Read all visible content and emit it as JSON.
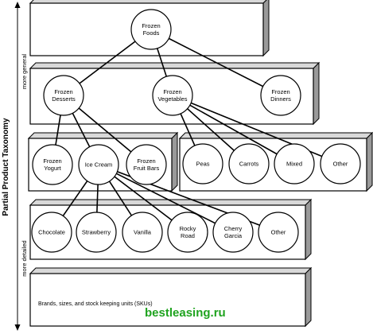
{
  "side_labels": {
    "axis_title": "Partial Product Taxonomy",
    "top": "more general",
    "bottom": "more detailed"
  },
  "nodes": {
    "frozen_foods": [
      "Frozen",
      "Foods"
    ],
    "frozen_desserts": [
      "Frozen",
      "Desserts"
    ],
    "frozen_vegetables": [
      "Frozen",
      "Vegetables"
    ],
    "frozen_dinners": [
      "Frozen",
      "Dinners"
    ],
    "frozen_yogurt": [
      "Frozen",
      "Yogurt"
    ],
    "ice_cream": [
      "Ice Cream"
    ],
    "frozen_fruit_bars": [
      "Frozen",
      "Fruit Bars"
    ],
    "peas": [
      "Peas"
    ],
    "carrots": [
      "Carrots"
    ],
    "mixed": [
      "Mixed"
    ],
    "other_vegetables": [
      "Other"
    ],
    "chocolate": [
      "Chocolate"
    ],
    "strawberry": [
      "Strawberry"
    ],
    "vanilla": [
      "Vanilla"
    ],
    "rocky_road": [
      "Rocky",
      "Road"
    ],
    "cherry_garcia": [
      "Cherry",
      "Garcia"
    ],
    "other_ice_cream": [
      "Other"
    ]
  },
  "edges": [
    [
      "frozen_foods",
      "frozen_desserts"
    ],
    [
      "frozen_foods",
      "frozen_vegetables"
    ],
    [
      "frozen_foods",
      "frozen_dinners"
    ],
    [
      "frozen_desserts",
      "frozen_yogurt"
    ],
    [
      "frozen_desserts",
      "ice_cream"
    ],
    [
      "frozen_desserts",
      "frozen_fruit_bars"
    ],
    [
      "frozen_vegetables",
      "peas"
    ],
    [
      "frozen_vegetables",
      "carrots"
    ],
    [
      "frozen_vegetables",
      "mixed"
    ],
    [
      "frozen_vegetables",
      "other_vegetables"
    ],
    [
      "ice_cream",
      "chocolate"
    ],
    [
      "ice_cream",
      "strawberry"
    ],
    [
      "ice_cream",
      "vanilla"
    ],
    [
      "ice_cream",
      "rocky_road"
    ],
    [
      "ice_cream",
      "cherry_garcia"
    ],
    [
      "ice_cream",
      "other_ice_cream"
    ]
  ],
  "footer_text": "Brands, sizes, and stock keeping units (SKUs)",
  "watermark": "bestleasing.ru",
  "colors": {
    "box_front": "#ffffff",
    "box_top": "#d9d9d9",
    "box_side": "#9a9a9a",
    "stroke": "#000000",
    "watermark": "#1fa31f"
  }
}
